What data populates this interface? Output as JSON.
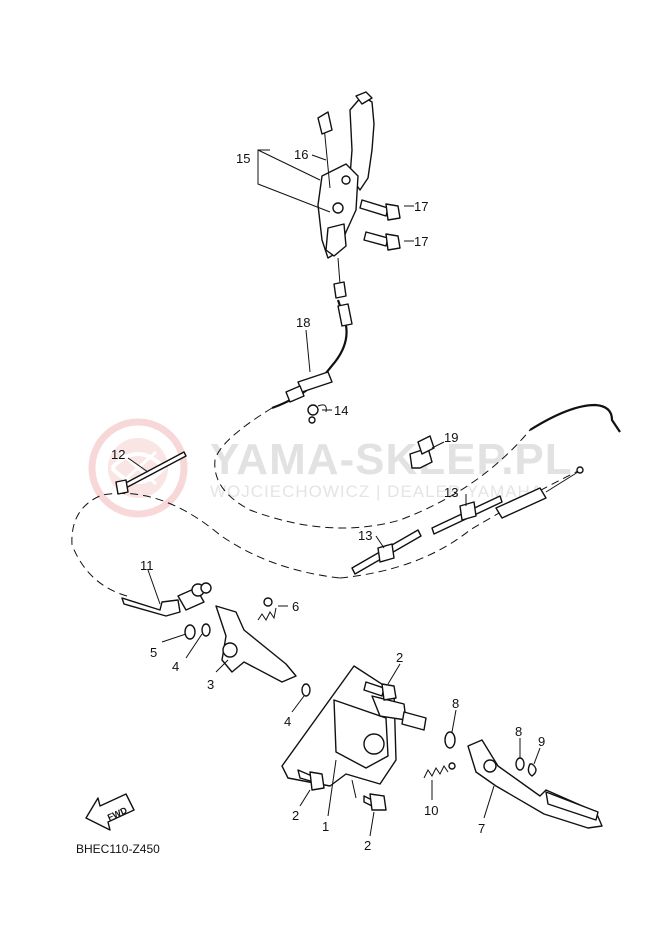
{
  "watermark": {
    "title": "YAMA-SKLEP.PL",
    "subtitle": "WOJCIECHOWICZ | DEALER YAMAHA",
    "logo_color": "#f2c4c4"
  },
  "diagram_code": "BHEC110-Z450",
  "fwd_label": "FWD",
  "callouts": {
    "c1": "1",
    "c2a": "2",
    "c2b": "2",
    "c2c": "2",
    "c3": "3",
    "c4a": "4",
    "c4b": "4",
    "c5": "5",
    "c6": "6",
    "c7": "7",
    "c8a": "8",
    "c8b": "8",
    "c9": "9",
    "c10": "10",
    "c11": "11",
    "c12": "12",
    "c13a": "13",
    "c13b": "13",
    "c14": "14",
    "c15": "15",
    "c16": "16",
    "c17a": "17",
    "c17b": "17",
    "c18": "18",
    "c19": "19"
  }
}
